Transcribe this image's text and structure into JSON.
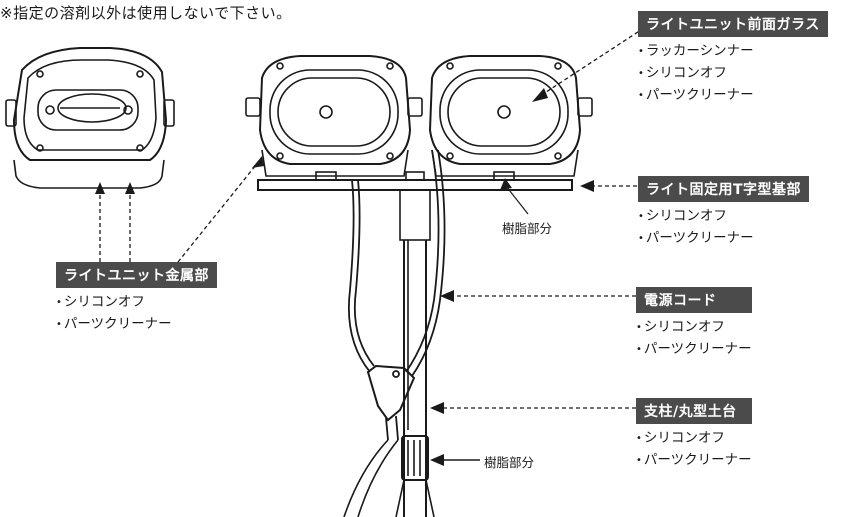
{
  "top_note": "※指定の溶剤以外は使用しないで下さい。",
  "callouts": {
    "front_glass": {
      "title": "ライトユニット前面ガラス",
      "items": [
        "ラッカーシンナー",
        "シリコンオフ",
        "パーツクリーナー"
      ]
    },
    "t_base": {
      "title": "ライト固定用T字型基部",
      "items": [
        "シリコンオフ",
        "パーツクリーナー"
      ]
    },
    "metal": {
      "title": "ライトユニット金属部",
      "items": [
        "シリコンオフ",
        "パーツクリーナー"
      ]
    },
    "cord": {
      "title": "電源コード",
      "items": [
        "シリコンオフ",
        "パーツクリーナー"
      ]
    },
    "pole": {
      "title": "支柱/丸型土台",
      "items": [
        "シリコンオフ",
        "パーツクリーナー"
      ]
    }
  },
  "resin_label_top": "樹脂部分",
  "resin_label_bottom": "樹脂部分",
  "colors": {
    "header_bg": "#4b4b4b",
    "line": "#1a1a1a"
  }
}
